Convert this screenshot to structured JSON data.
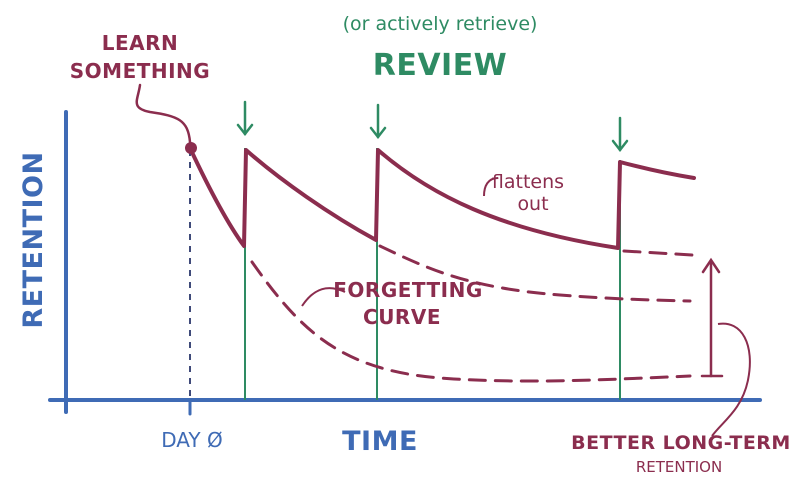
{
  "header": {
    "subtitle": "(or actively retrieve)",
    "title": "REVIEW"
  },
  "labels": {
    "learn_line1": "LEARN",
    "learn_line2": "SOMETHING",
    "y_axis": "RETENTION",
    "x_axis": "TIME",
    "day_zero": "DAY Ø",
    "flattens_line1": "flattens",
    "flattens_line2": "out",
    "forgetting_line1": "FORGETTING",
    "forgetting_line2": "CURVE",
    "better_line1": "BETTER LONG-TERM",
    "better_line2": "RETENTION"
  },
  "colors": {
    "curve": "#8b2d4e",
    "axis": "#3f6bb5",
    "review": "#2e8b63",
    "ink": "#8b2d4e"
  },
  "icons": {
    "review_arrow": "down-arrow-icon",
    "retention_arrow": "up-arrow-icon",
    "learn_point": "dot-icon"
  }
}
